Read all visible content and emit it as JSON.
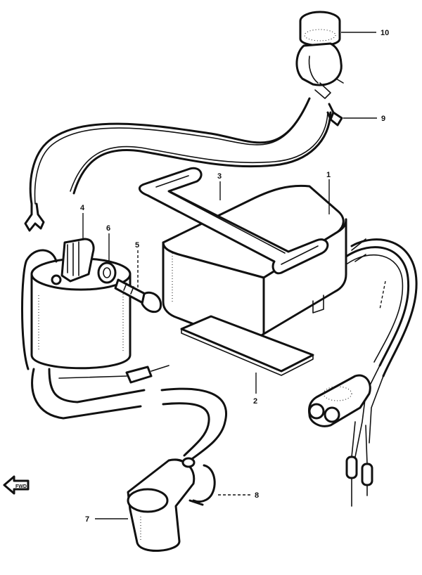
{
  "labels": {
    "p1": "1",
    "p2": "2",
    "p3": "3",
    "p4": "4",
    "p5": "5",
    "p6": "6",
    "p7": "7",
    "p8": "8",
    "p9": "9",
    "p10": "10"
  },
  "front_arrow": "FWD"
}
